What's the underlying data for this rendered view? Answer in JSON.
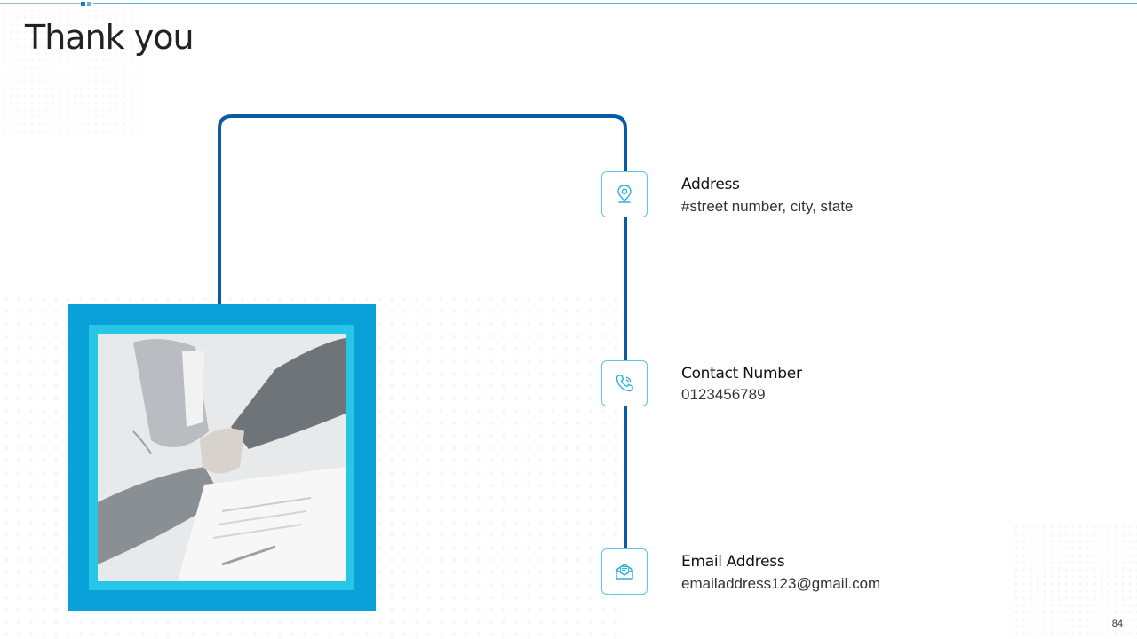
{
  "slide": {
    "title": "Thank you",
    "page_number": "84"
  },
  "contacts": [
    {
      "label": "Address",
      "value": "#street number, city, state",
      "icon": "location-pin-icon"
    },
    {
      "label": "Contact Number",
      "value": "0123456789",
      "icon": "phone-icon"
    },
    {
      "label": "Email Address",
      "value": "emailaddress123@gmail.com",
      "icon": "envelope-icon"
    }
  ],
  "colors": {
    "connector": "#0b5aa5",
    "frame_outer": "#0aa0d8",
    "frame_inner": "#28c6e6",
    "icon_border": "#5cc7e6",
    "icon_stroke": "#2ab0dc",
    "top_accent": "#1f76c2"
  }
}
